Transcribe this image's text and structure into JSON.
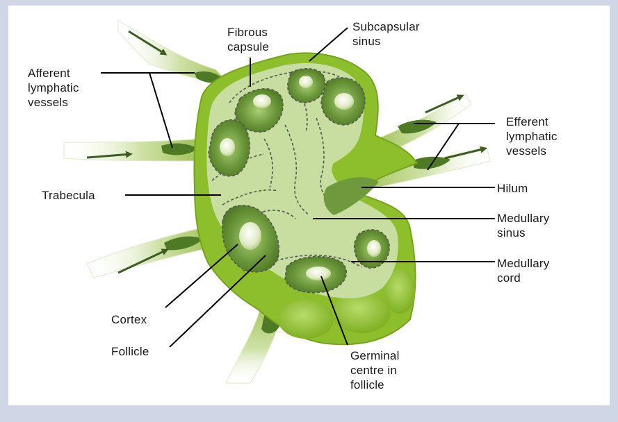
{
  "labels": {
    "fibrous_capsule": "Fibrous\ncapsule",
    "subcapsular_sinus": "Subcapsular\nsinus",
    "afferent_lymphatic_vessels": "Afferent\nlymphatic\nvessels",
    "efferent_lymphatic_vessels": "Efferent\nlymphatic\nvessels",
    "trabecula": "Trabecula",
    "hilum": "Hilum",
    "medullary_sinus": "Medullary\nsinus",
    "medullary_cord": "Medullary\ncord",
    "cortex": "Cortex",
    "follicle": "Follicle",
    "germinal_centre": "Germinal\ncentre in\nfollicle"
  },
  "colors": {
    "page_border": "#cfd6e6",
    "capsule": "#8dbf2c",
    "tissue": "#c7dea0",
    "follicle_outer": "#8fb35a",
    "follicle_inner": "#5e8a32",
    "germinal_centre": "#e7f0d0",
    "vessel_dark": "#4f7a25",
    "arrow": "#3d5c22",
    "leader_line": "#000000",
    "dashed_boundary": "#555555"
  }
}
